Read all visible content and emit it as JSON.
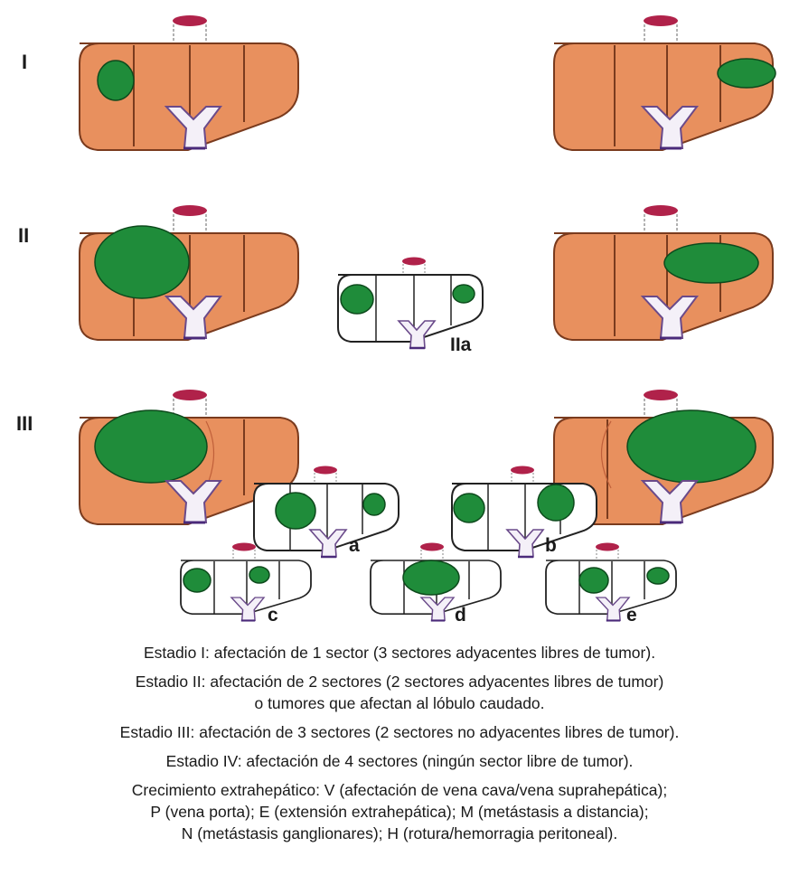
{
  "labels": {
    "stage_1": "I",
    "stage_2": "II",
    "stage_2a": "IIa",
    "stage_3": "III",
    "variant_a": "a",
    "variant_b": "b",
    "variant_c": "c",
    "variant_d": "d",
    "variant_e": "e"
  },
  "captions": {
    "stage_1": "Estadio I: afectación de 1 sector (3 sectores adyacentes libres de tumor).",
    "stage_2_line1": "Estadio II: afectación de 2 sectores (2 sectores adyacentes libres de tumor)",
    "stage_2_line2": "o tumores que afectan al lóbulo caudado.",
    "stage_3": "Estadio III: afectación de 3 sectores (2 sectores no adyacentes libres de tumor).",
    "stage_4": "Estadio IV: afectación de 4 sectores (ningún sector libre de tumor).",
    "extra_line1": "Crecimiento extrahepático:  V (afectación de vena cava/vena suprahepática);",
    "extra_line2": "P (vena porta);  E (extensión extrahepática);  M (metástasis a distancia);",
    "extra_line3": "N (metástasis ganglionares);  H (rotura/hemorragia peritoneal)."
  },
  "colors": {
    "liver_fill": "#e8905e",
    "liver_stroke": "#7a3b1e",
    "tumor_fill": "#1f8c3a",
    "tumor_stroke": "#0d4a1c",
    "cava": "#b0224a",
    "portal_fill": "#f4f0f8",
    "portal_stroke": "#6a4a8a",
    "outline": "#222222"
  }
}
